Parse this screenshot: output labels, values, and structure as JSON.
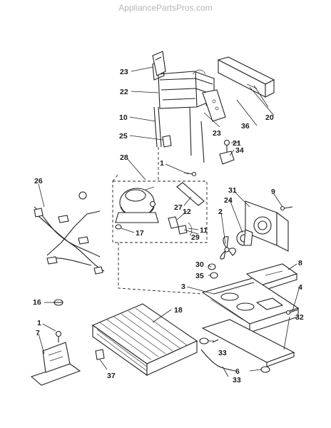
{
  "watermark": "AppliancePartsPros.com",
  "callouts": {
    "c1a": "1",
    "c1b": "1",
    "c2": "2",
    "c3": "3",
    "c4": "4",
    "c6": "6",
    "c7": "7",
    "c8": "8",
    "c9": "9",
    "c10": "10",
    "c11": "11",
    "c12": "12",
    "c16": "16",
    "c17": "17",
    "c18": "18",
    "c20": "20",
    "c21": "21",
    "c22": "22",
    "c23a": "23",
    "c23b": "23",
    "c24": "24",
    "c25": "25",
    "c26": "26",
    "c27": "27",
    "c28": "28",
    "c29": "29",
    "c30": "30",
    "c31": "31",
    "c32": "32",
    "c33a": "33",
    "c33b": "33",
    "c34": "34",
    "c35": "35",
    "c36": "36",
    "c37": "37"
  }
}
